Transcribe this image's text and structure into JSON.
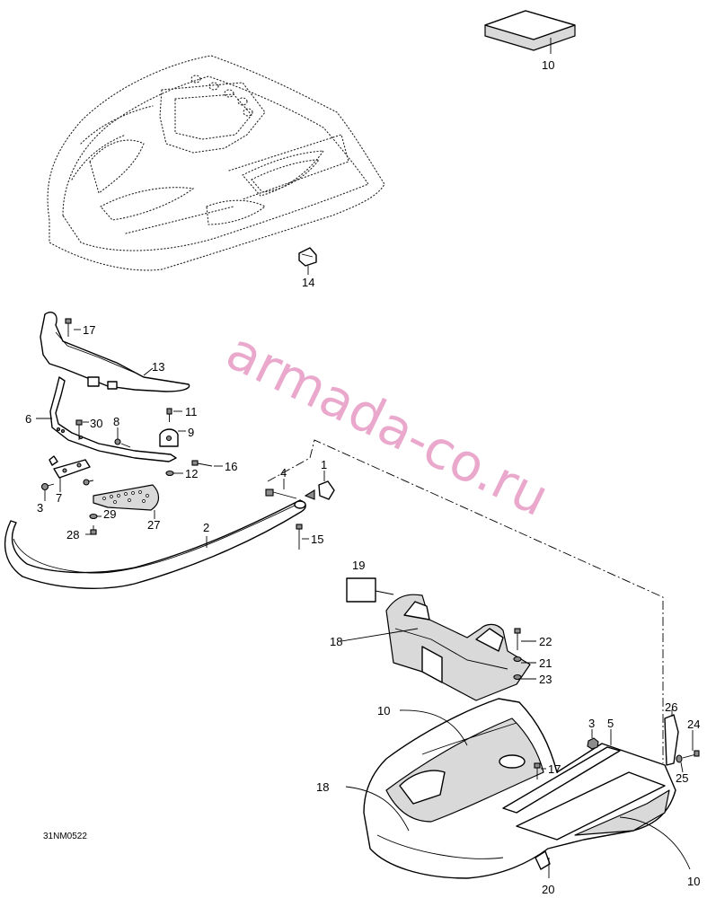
{
  "diagram_code": "31NM0522",
  "watermark": "armada-co.ru",
  "callouts": {
    "c1": "1",
    "c2": "2",
    "c3a": "3",
    "c3b": "3",
    "c4": "4",
    "c5": "5",
    "c6": "6",
    "c7": "7",
    "c8": "8",
    "c9": "9",
    "c10a": "10",
    "c10b": "10",
    "c10c": "10",
    "c11": "11",
    "c12": "12",
    "c13": "13",
    "c14": "14",
    "c15": "15",
    "c16": "16",
    "c17a": "17",
    "c17b": "17",
    "c18a": "18",
    "c18b": "18",
    "c19": "19",
    "c20": "20",
    "c21": "21",
    "c22": "22",
    "c23": "23",
    "c24": "24",
    "c25": "25",
    "c26": "26",
    "c27": "27",
    "c28": "28",
    "c29": "29",
    "c30": "30"
  }
}
